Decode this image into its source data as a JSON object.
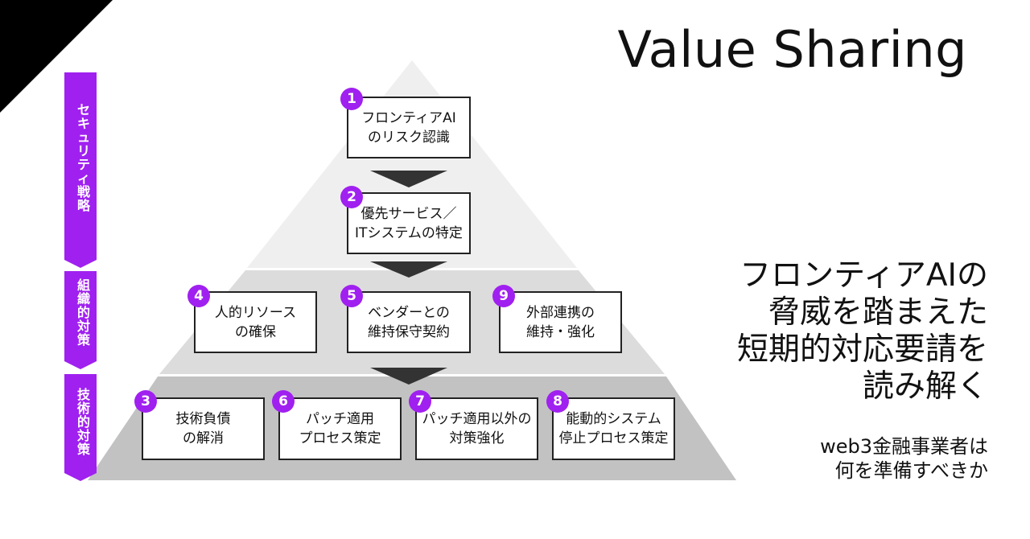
{
  "title": "Value Sharing",
  "side_labels": {
    "strategy": "セキュリティ戦略",
    "organizational": "組織的対策",
    "technical": "技術的対策"
  },
  "boxes": [
    {
      "num": "1",
      "lines": [
        "フロンティアAI",
        "のリスク認識"
      ]
    },
    {
      "num": "2",
      "lines": [
        "優先サービス／",
        "ITシステムの特定"
      ]
    },
    {
      "num": "4",
      "lines": [
        "人的リソース",
        "の確保"
      ]
    },
    {
      "num": "5",
      "lines": [
        "ベンダーとの",
        "維持保守契約"
      ]
    },
    {
      "num": "9",
      "lines": [
        "外部連携の",
        "維持・強化"
      ]
    },
    {
      "num": "3",
      "lines": [
        "技術負債",
        "の解消"
      ]
    },
    {
      "num": "6",
      "lines": [
        "パッチ適用",
        "プロセス策定"
      ]
    },
    {
      "num": "7",
      "lines": [
        "パッチ適用以外の",
        "対策強化"
      ]
    },
    {
      "num": "8",
      "lines": [
        "能動的システム",
        "停止プロセス策定"
      ]
    }
  ],
  "subtitle": [
    "フロンティアAIの",
    "脅威を踏まえた",
    "短期的対応要請を",
    "読み解く"
  ],
  "subtitle2": [
    "web3金融事業者は",
    "何を準備すべきか"
  ],
  "colors": {
    "accent": "#a020f0",
    "tier1": "#efefef",
    "tier2": "#dcdcdc",
    "tier3": "#c2c2c2",
    "arrow": "#333333"
  }
}
